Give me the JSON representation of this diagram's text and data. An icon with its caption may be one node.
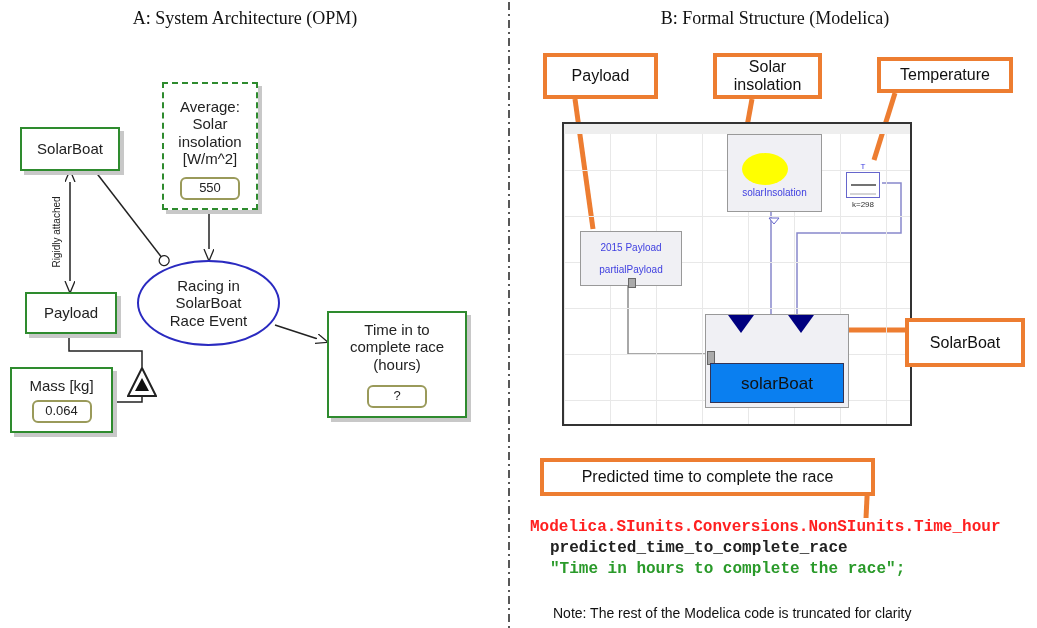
{
  "diagram": {
    "nodes": [
      {
        "text": [
          "SolarBoat"
        ]
      },
      {
        "text": [
          "Payload"
        ]
      },
      {
        "text": [
          "Mass [kg]",
          "0.064"
        ]
      },
      {
        "text": [
          "Average: Solar insolation [W/m^2]",
          "550"
        ]
      },
      {
        "text": [
          "Racing in SolarBoat Race Event"
        ]
      },
      {
        "text": [
          "Time in to complete race (hours)",
          "?"
        ]
      },
      {
        "text": [],
        "shape": "triangle"
      },
      {
        "text": [],
        "shape": "box"
      },
      {
        "text": [
          "2015 Payload",
          "partialPayload"
        ],
        "in": 7
      },
      {
        "text": [
          "solarInsolation"
        ],
        "in": 7
      },
      {
        "text": [
          "T",
          "k=298"
        ],
        "in": 7
      },
      {
        "text": [
          "solarBoat"
        ],
        "in": 7
      },
      {
        "text": [
          "Payload"
        ]
      },
      {
        "text": [
          "Solar insolation"
        ]
      },
      {
        "text": [
          "Temperature"
        ]
      },
      {
        "text": [
          "SolarBoat"
        ]
      },
      {
        "text": [
          "Predicted time to complete the race"
        ]
      },
      {
        "text": [
          "Modelica.SIunits.Conversions.NonSIunits.Time_hour",
          "predicted_time_to_complete_race",
          "\"Time in hours to complete the race\";"
        ]
      }
    ],
    "edges": [
      {
        "from": 1,
        "to": 0,
        "arrow": "both",
        "label": "Rigidly attached"
      },
      {
        "from": 0,
        "to": 4,
        "arrow": "other"
      },
      {
        "from": 3,
        "to": 4,
        "arrow": "to"
      },
      {
        "from": 4,
        "to": 5,
        "arrow": "to"
      },
      {
        "from": 1,
        "to": 6,
        "arrow": "none"
      },
      {
        "from": 6,
        "to": 2,
        "arrow": "none"
      },
      {
        "from": 8,
        "to": 11,
        "arrow": "none",
        "color": "#8c8c8c"
      },
      {
        "from": 9,
        "to": 11,
        "arrow": "none",
        "color": "#8888cc"
      },
      {
        "from": 10,
        "to": 11,
        "arrow": "none",
        "color": "#8888cc"
      },
      {
        "from": 12,
        "to": 8,
        "arrow": "none",
        "style": "thick",
        "color": "#ed7d31"
      },
      {
        "from": 13,
        "to": 9,
        "arrow": "none",
        "style": "thick",
        "color": "#ed7d31"
      },
      {
        "from": 14,
        "to": 10,
        "arrow": "none",
        "style": "thick",
        "color": "#ed7d31"
      },
      {
        "from": 15,
        "to": 11,
        "arrow": "none",
        "style": "thick",
        "color": "#ed7d31"
      },
      {
        "from": 16,
        "to": 17,
        "arrow": "none",
        "style": "thick",
        "color": "#ed7d31"
      }
    ],
    "labels": [
      "A: System Architecture (OPM)",
      "B: Formal Structure (Modelica)",
      "Note: The rest of the Modelica code is truncated for clarity"
    ]
  }
}
